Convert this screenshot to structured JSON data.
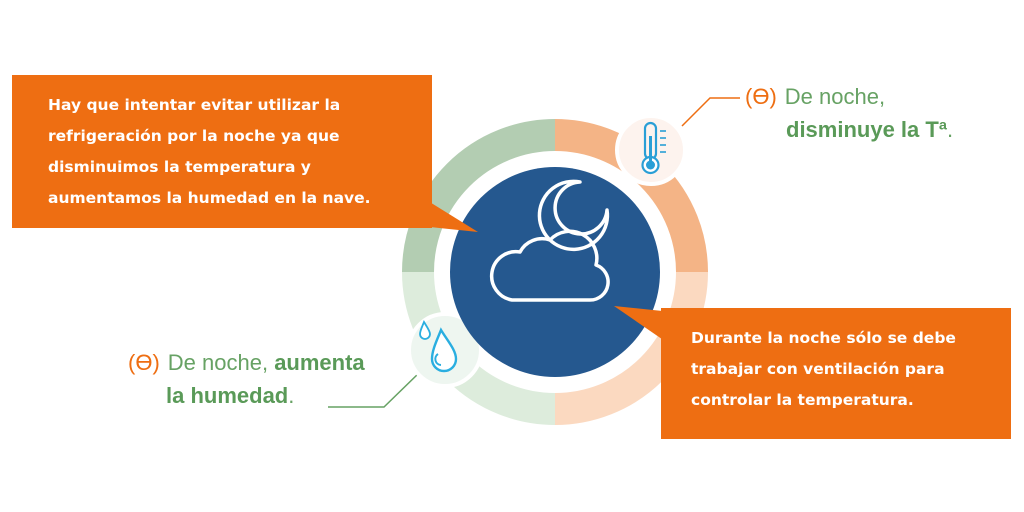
{
  "callouts": {
    "left": [
      "Hay que intentar evitar utilizar la",
      "refrigeración por la noche ya que",
      "disminuimos la temperatura y",
      "aumentamos la humedad en la nave."
    ],
    "right": [
      "Durante la noche sólo se debe",
      "trabajar con ventilación para",
      "controlar la temperatura."
    ]
  },
  "notes": {
    "top": {
      "symbol": "(ϴ)",
      "line1": "De noche,",
      "emphasis": "disminuye la Tª",
      "suffix": "."
    },
    "bottom": {
      "symbol": "(ϴ)",
      "prefix": "De noche,",
      "emphasis1": "aumenta",
      "emphasis2": "la humedad",
      "suffix": "."
    }
  },
  "icons": {
    "center": "cloud-moon-icon",
    "temperature": "thermometer-icon",
    "humidity": "water-drop-icon"
  },
  "colors": {
    "orange": "#ee6e12",
    "blue": "#25588f",
    "green_text": "#67a264",
    "ring_green_dark": "#b3cdb2",
    "ring_green_light": "#ddecdc",
    "ring_orange_dark": "#f4b486",
    "ring_orange_light": "#fbd9c0"
  }
}
